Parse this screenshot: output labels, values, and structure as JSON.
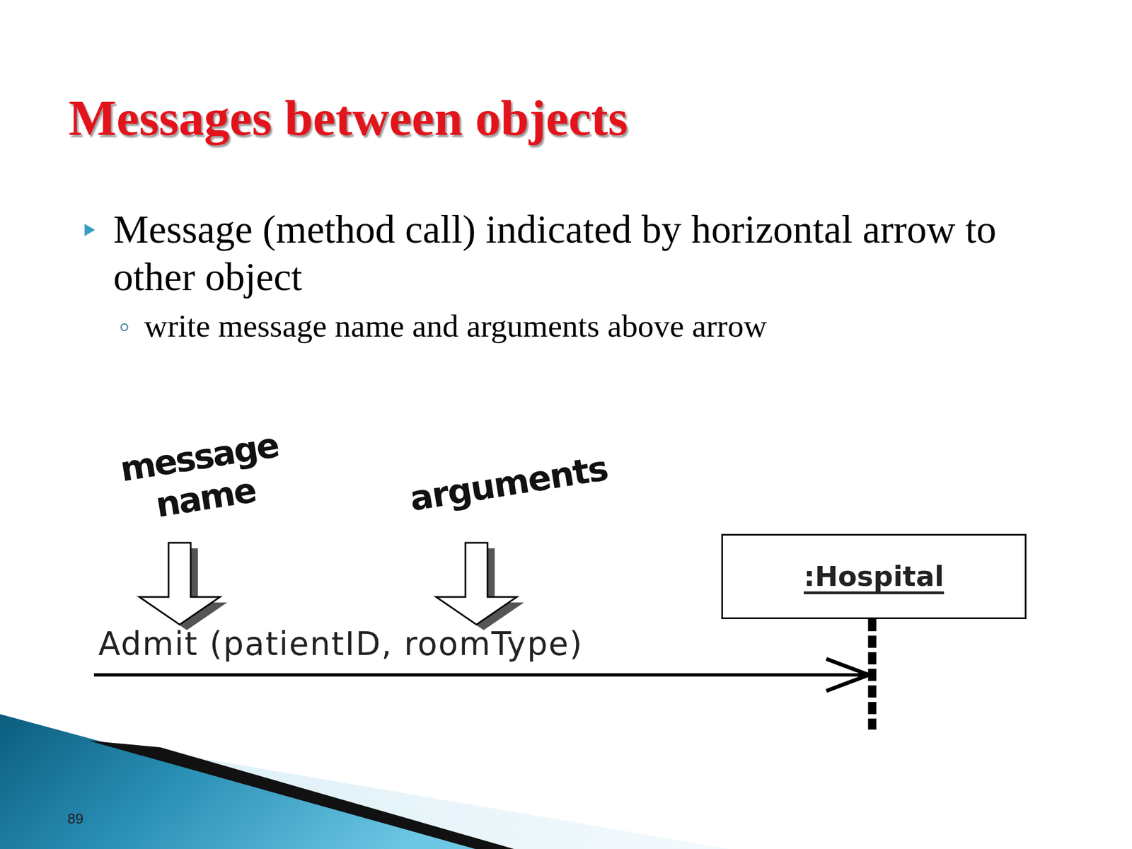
{
  "diagram": {
    "title": "Messages between objects",
    "nodes": [
      {
        "text": [
          ":Hospital"
        ]
      }
    ],
    "labels": [
      "Message (method call) indicated by horizontal arrow to other object",
      "write message name and arguments above arrow",
      "message name",
      "arguments",
      "Admit (patientID, roomType)",
      "89"
    ]
  }
}
